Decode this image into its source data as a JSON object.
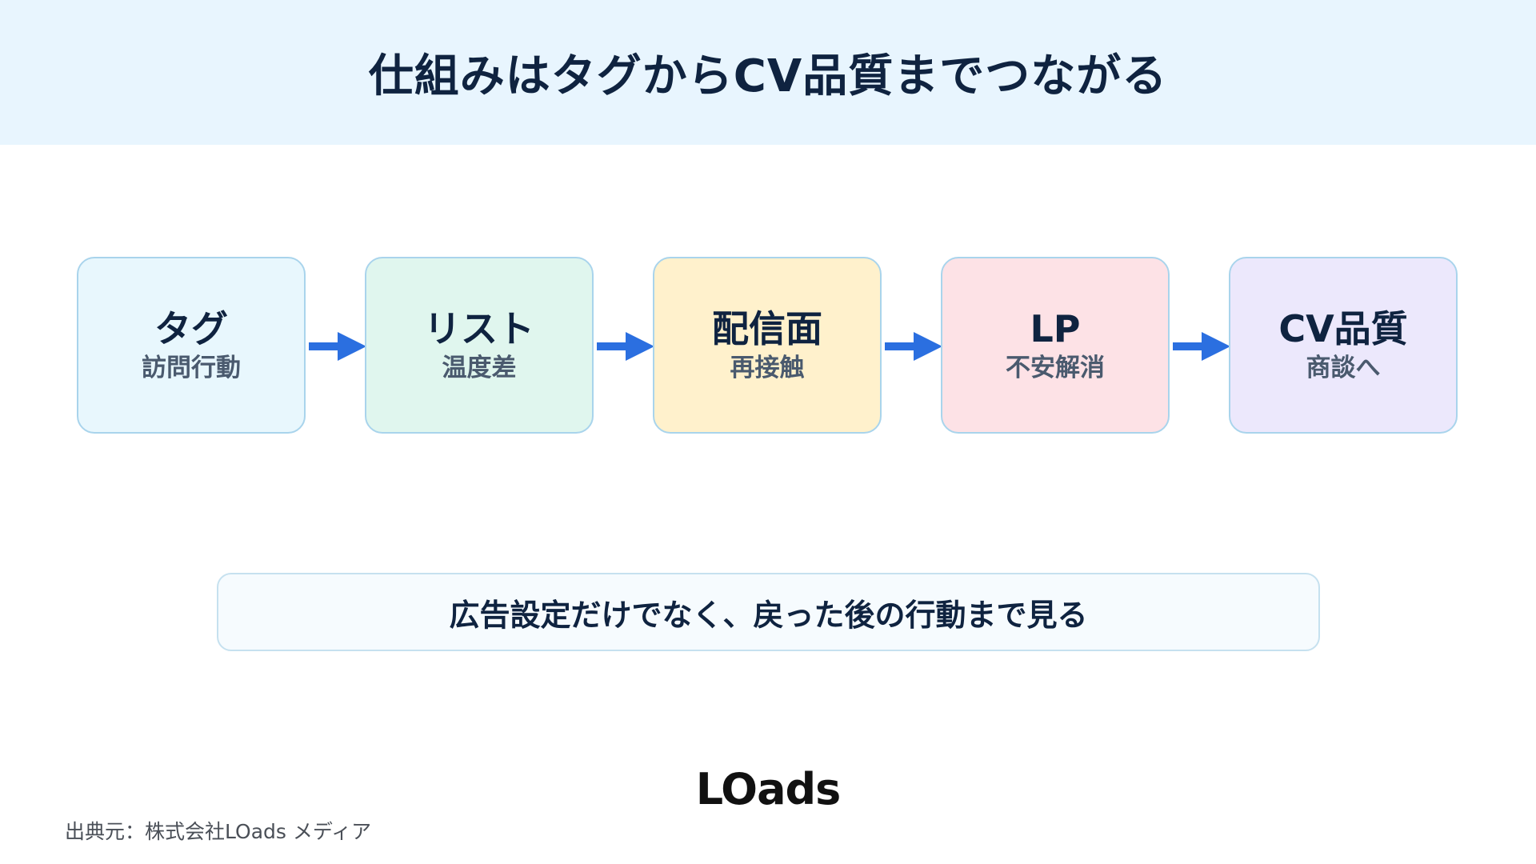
{
  "header": {
    "title": "仕組みはタグからCV品質までつながる"
  },
  "flow": {
    "steps": [
      {
        "title": "タグ",
        "sub": "訪問行動",
        "color": "#e8f7fd"
      },
      {
        "title": "リスト",
        "sub": "温度差",
        "color": "#e0f6ee"
      },
      {
        "title": "配信面",
        "sub": "再接触",
        "color": "#fff1cc"
      },
      {
        "title": "LP",
        "sub": "不安解消",
        "color": "#fde2e6"
      },
      {
        "title": "CV品質",
        "sub": "商談へ",
        "color": "#ece8fc"
      }
    ],
    "arrow_color": "#2b6fe0",
    "border_color": "#a9d4ec"
  },
  "message": {
    "text": "広告設定だけでなく、戻った後の行動まで見る"
  },
  "footer": {
    "logo": "LOads",
    "source": "出典元：株式会社LOads メディア"
  }
}
